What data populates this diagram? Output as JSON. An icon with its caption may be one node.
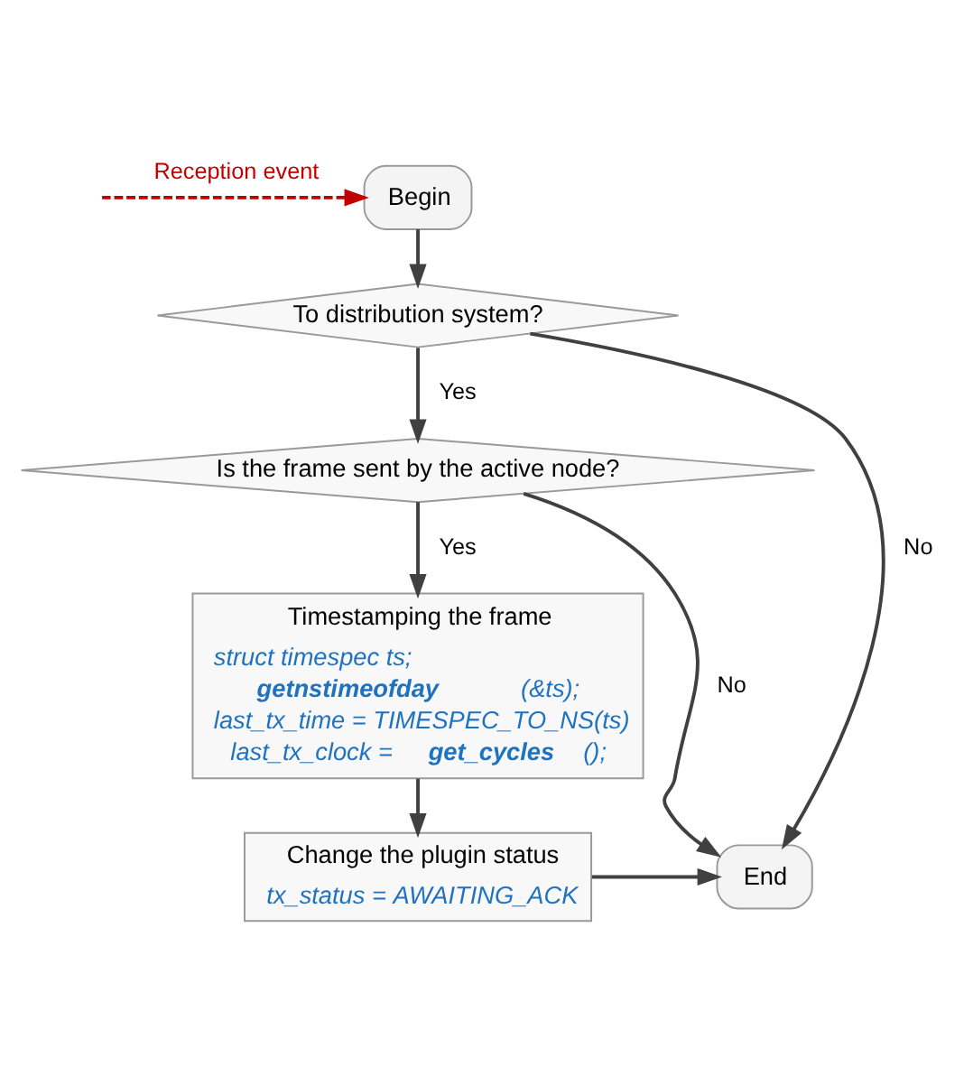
{
  "diagram": {
    "nodes": [
      {
        "text": [
          "Begin"
        ]
      },
      {
        "text": [
          "To distribution system?"
        ]
      },
      {
        "text": [
          "Is the frame sent by the active node?"
        ]
      },
      {
        "text": [
          "Timestamping the frame",
          "struct timespec ts;",
          "**getnstimeofday**(&ts);",
          "last_tx_time = TIMESPEC_TO_NS(ts)",
          "last_tx_clock = **get_cycles**();"
        ]
      },
      {
        "text": [
          "Change the plugin status",
          "tx_status = AWAITING_ACK"
        ]
      },
      {
        "text": [
          "End"
        ]
      }
    ],
    "edges": [
      {
        "from": null,
        "to": 0,
        "arrow": "to",
        "label": "Reception event",
        "style": "dashed",
        "color": "#c00000"
      },
      {
        "from": 0,
        "to": 1,
        "arrow": "to"
      },
      {
        "from": 1,
        "to": 2,
        "arrow": "to",
        "label": "Yes"
      },
      {
        "from": 2,
        "to": 3,
        "arrow": "to",
        "label": "Yes"
      },
      {
        "from": 3,
        "to": 4,
        "arrow": "to"
      },
      {
        "from": 4,
        "to": 5,
        "arrow": "to"
      },
      {
        "from": 1,
        "to": 5,
        "arrow": "to",
        "label": "No"
      },
      {
        "from": 2,
        "to": 5,
        "arrow": "to",
        "label": "No"
      }
    ]
  }
}
